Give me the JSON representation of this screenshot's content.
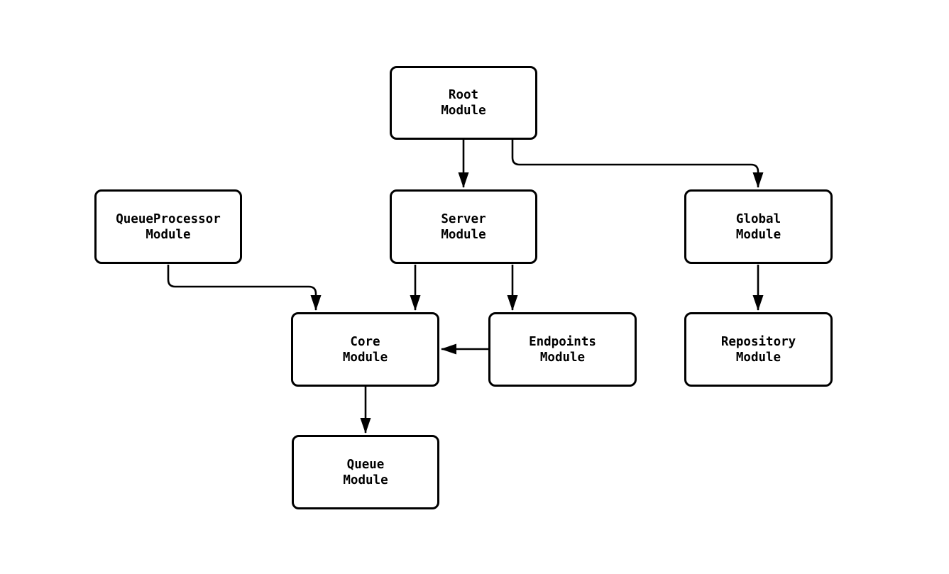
{
  "diagram": {
    "type": "flowchart",
    "background_color": "#ffffff",
    "node_fill_color": "#ffffff",
    "node_border_color": "#000000",
    "edge_color": "#000000",
    "text_color": "#000000",
    "nodes": [
      {
        "id": "root",
        "label": "Root\nModule"
      },
      {
        "id": "queueprocessor",
        "label": "QueueProcessor\nModule"
      },
      {
        "id": "server",
        "label": "Server\nModule"
      },
      {
        "id": "global",
        "label": "Global\nModule"
      },
      {
        "id": "core",
        "label": "Core\nModule"
      },
      {
        "id": "endpoints",
        "label": "Endpoints\nModule"
      },
      {
        "id": "repository",
        "label": "Repository\nModule"
      },
      {
        "id": "queue",
        "label": "Queue\nModule"
      }
    ],
    "edges": [
      {
        "from": "root",
        "to": "server"
      },
      {
        "from": "root",
        "to": "global"
      },
      {
        "from": "queueprocessor",
        "to": "core"
      },
      {
        "from": "server",
        "to": "core"
      },
      {
        "from": "server",
        "to": "endpoints"
      },
      {
        "from": "endpoints",
        "to": "core"
      },
      {
        "from": "core",
        "to": "queue"
      },
      {
        "from": "global",
        "to": "repository"
      }
    ]
  }
}
